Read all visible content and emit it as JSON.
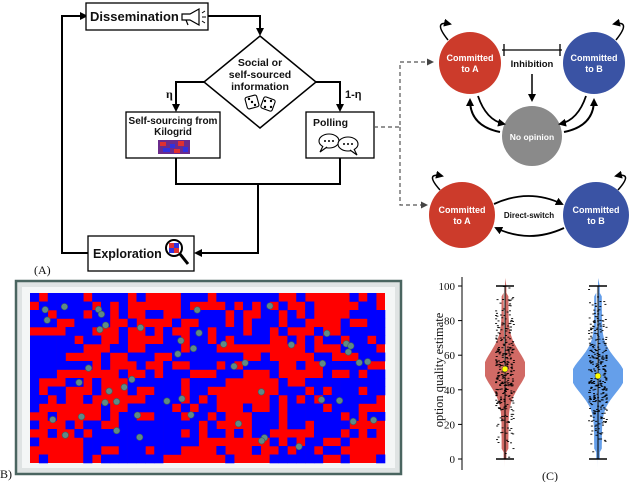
{
  "panel_a": {
    "panel_label": "(A)",
    "dissemination_label": "Dissemination",
    "decision_line1": "Social or",
    "decision_line2": "self-sourced",
    "decision_line3": "information",
    "eta_label": "η",
    "one_minus_eta_label": "1-η",
    "self_sourcing_line1": "Self-sourcing from",
    "self_sourcing_line2": "Kilogrid",
    "polling_label": "Polling",
    "exploration_label": "Exploration"
  },
  "model_top": {
    "committed_a_line1": "Committed",
    "committed_a_line2": "to A",
    "committed_b_line1": "Committed",
    "committed_b_line2": "to B",
    "inhibition_label": "Inhibition",
    "no_opinion_label": "No opinion"
  },
  "model_bottom": {
    "committed_a_line1": "Committed",
    "committed_a_line2": "to A",
    "committed_b_line1": "Committed",
    "committed_b_line2": "to B",
    "direct_switch_label": "Direct-switch"
  },
  "panel_b": {
    "panel_label": "B)"
  },
  "panel_c": {
    "panel_label": "(C)"
  },
  "colors": {
    "red_node": "#cc3b2b",
    "blue_node": "#3a53a4",
    "grey_node": "#8a8a8a",
    "grid_red": "#ff0000",
    "grid_blue": "#0000ff",
    "violin_red": "#c9504a",
    "violin_blue": "#4a8ee6",
    "mean_marker": "#ffff00"
  },
  "chart_data": {
    "type": "violin",
    "ylabel": "option quality estimate",
    "yticks": [
      0,
      20,
      40,
      60,
      80,
      100
    ],
    "ylim": [
      0,
      100
    ],
    "series": [
      {
        "color": "red",
        "mean": 52,
        "min": 0,
        "max": 100
      },
      {
        "color": "blue",
        "mean": 48,
        "min": 0,
        "max": 100
      }
    ]
  }
}
